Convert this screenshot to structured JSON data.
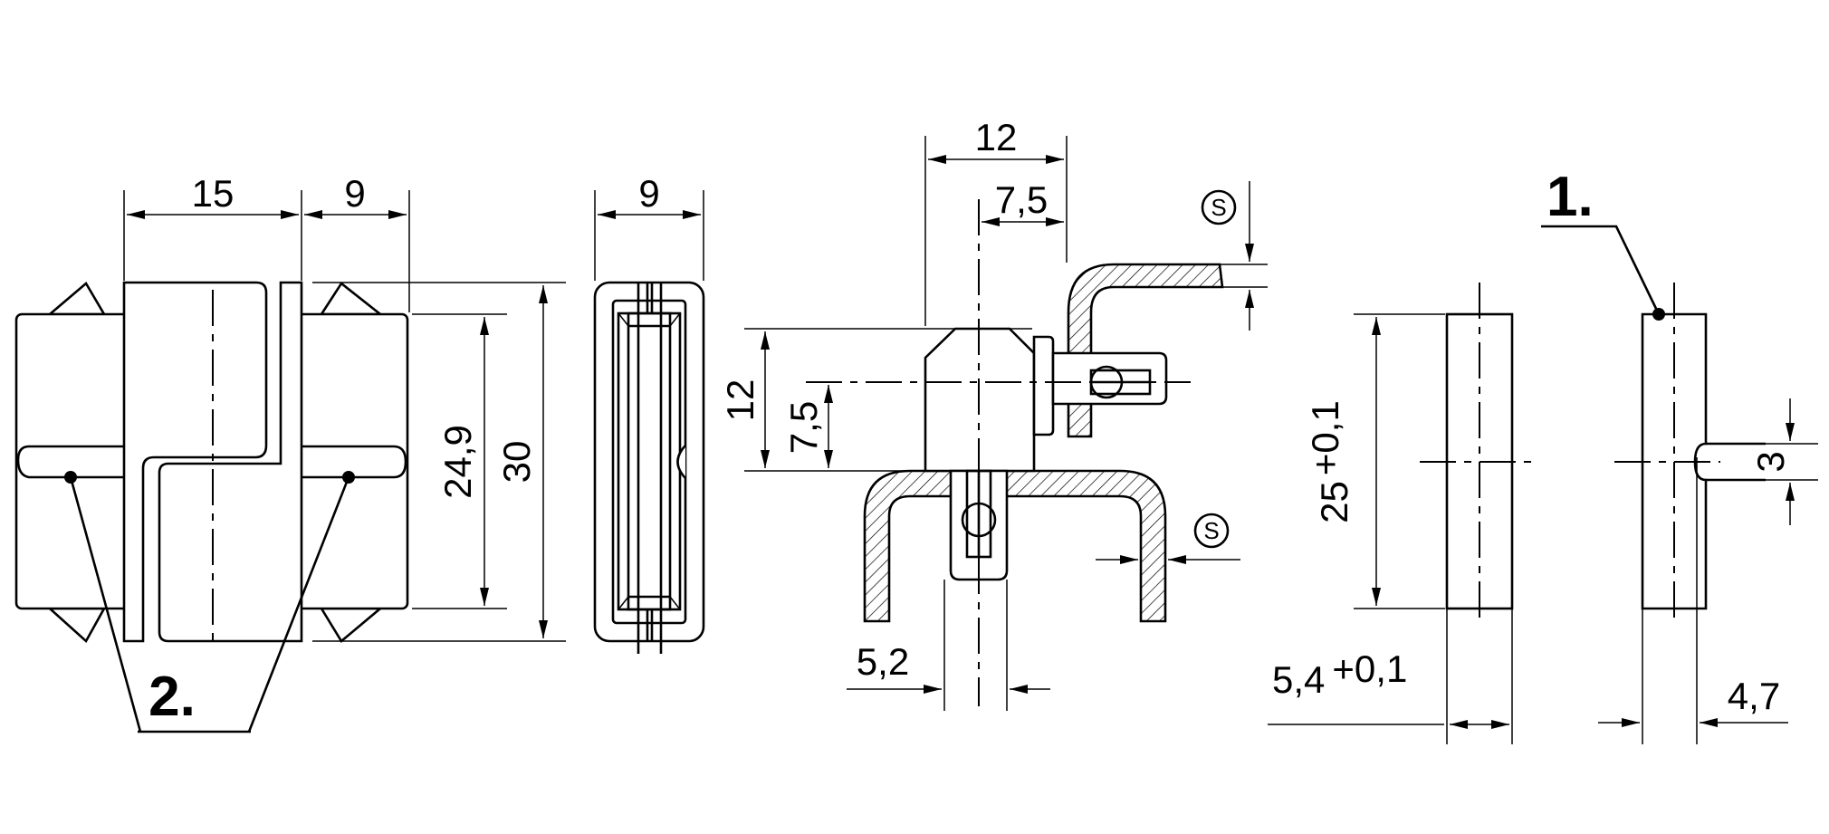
{
  "drawing": {
    "dims": {
      "w15": "15",
      "w9_left": "9",
      "h24_9": "24,9",
      "h30": "30",
      "w9_side": "9",
      "w12": "12",
      "w7_5": "7,5",
      "h12": "12",
      "h7_5": "7,5",
      "w5_2": "5,2",
      "h25_main": "25",
      "h25_tol": "+0,1",
      "w5_4_main": "5,4",
      "w5_4_tol": "+0,1",
      "h3": "3",
      "w4_7": "4,7"
    },
    "callouts": {
      "part1": "1.",
      "part2": "2."
    },
    "symbols": {
      "s_top": "S",
      "s_right": "S"
    },
    "colors": {
      "line": "#000000",
      "background": "#ffffff"
    }
  }
}
